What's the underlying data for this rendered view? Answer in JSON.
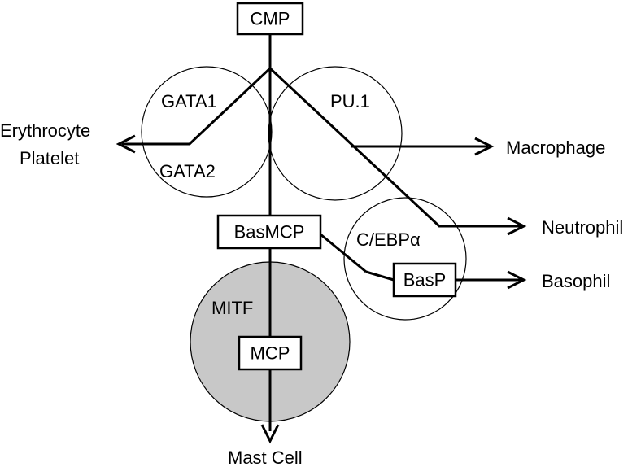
{
  "diagram": {
    "nodes": {
      "cmp": "CMP",
      "basmcp": "BasMCP",
      "basp": "BasP",
      "mcp": "MCP"
    },
    "factors": {
      "gata1": "GATA1",
      "gata2": "GATA2",
      "pu1": "PU.1",
      "cebpa": "C/EBPα",
      "mitf": "MITF"
    },
    "outcomes": {
      "erythrocyte": "Erythrocyte",
      "platelet": "Platelet",
      "macrophage": "Macrophage",
      "neutrophil": "Neutrophil",
      "basophil": "Basophil",
      "mast_cell": "Mast Cell"
    },
    "colors": {
      "stroke": "#000000",
      "shade": "#c8c8c8",
      "background": "#ffffff"
    }
  }
}
